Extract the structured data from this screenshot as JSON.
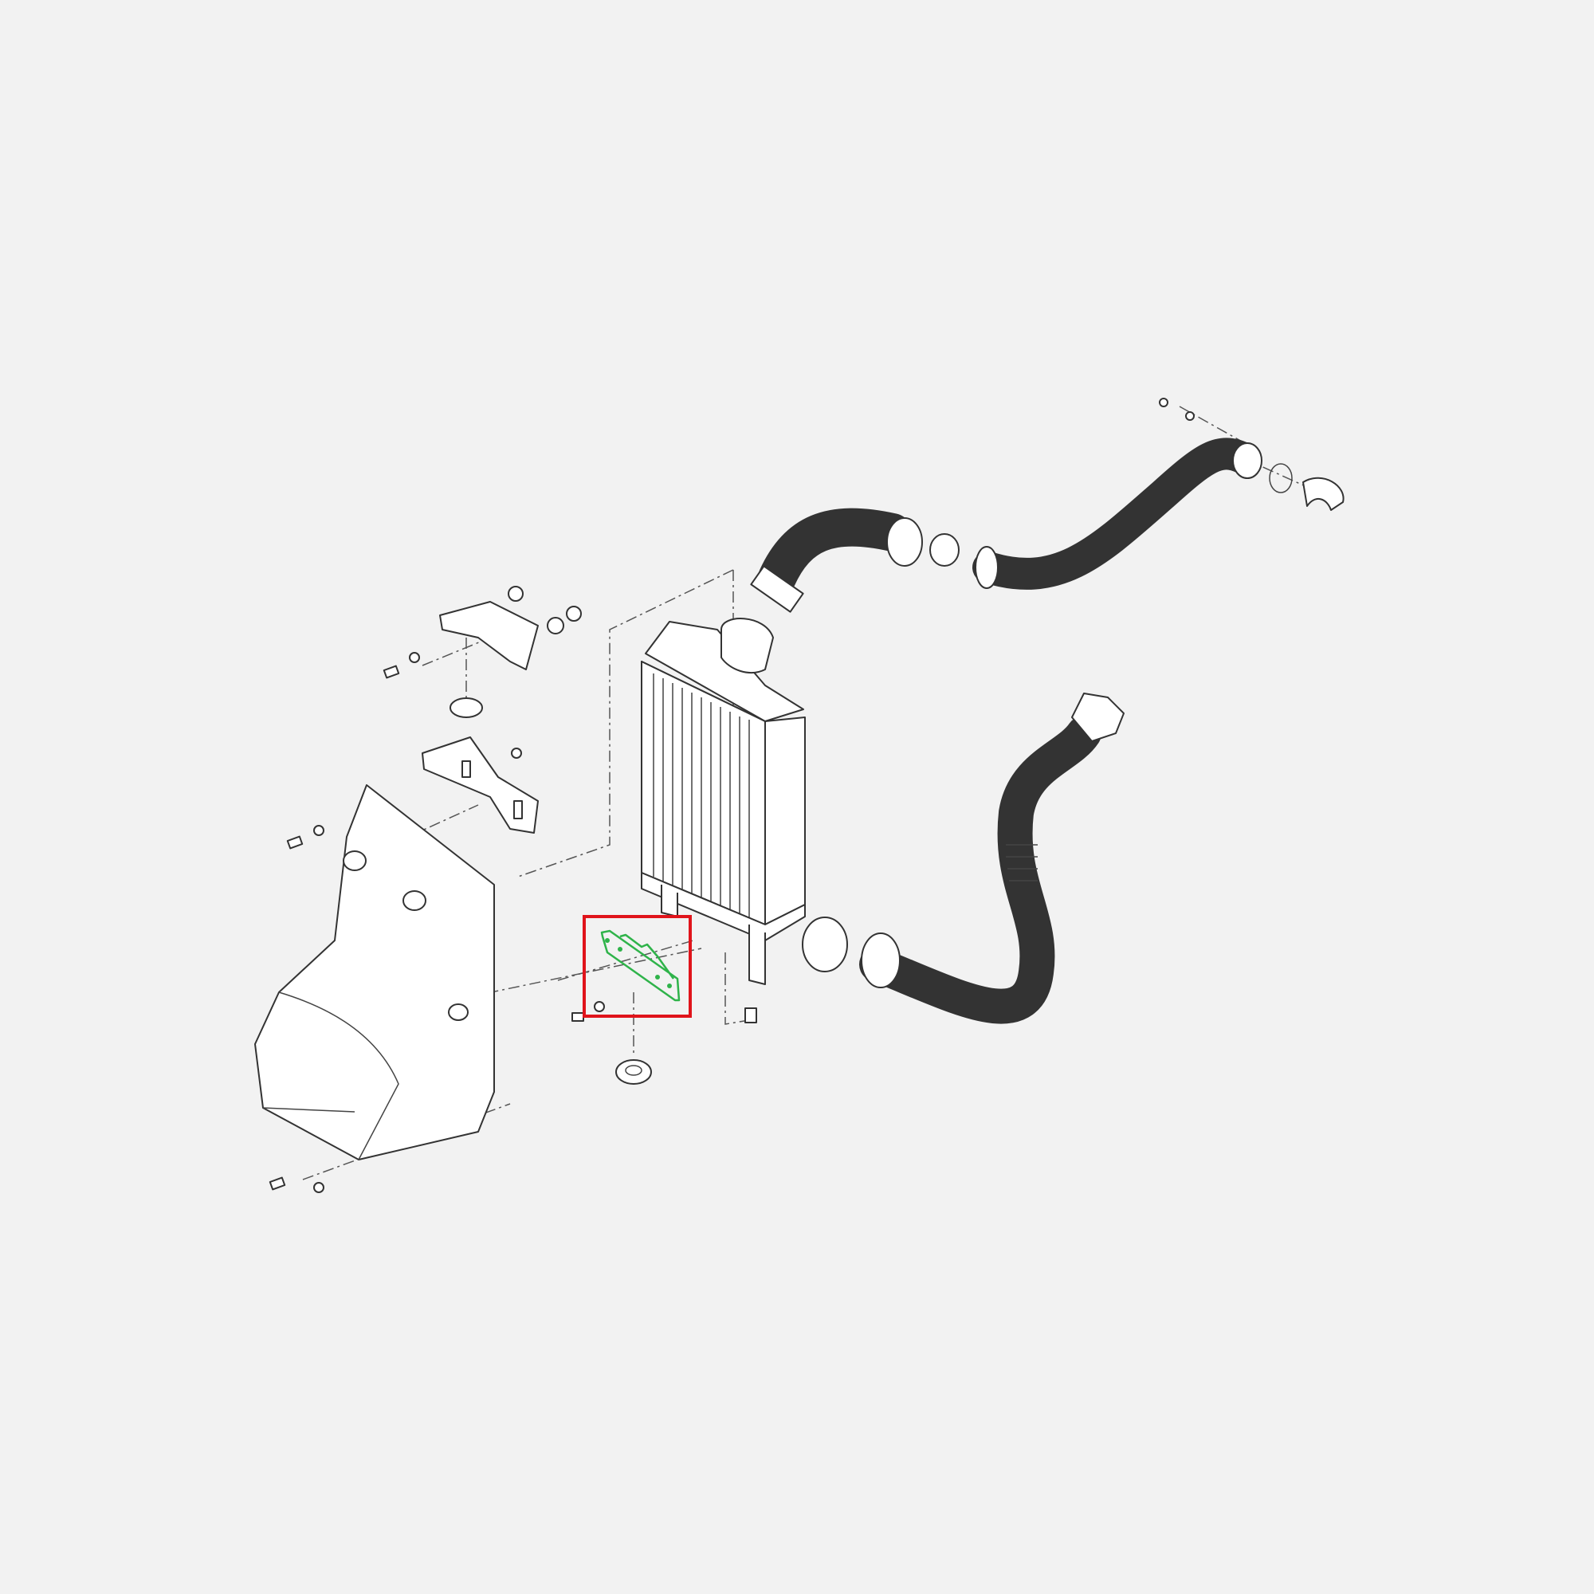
{
  "diagram": {
    "type": "exploded-parts-view",
    "assembly": "intercooler-with-charge-air-pipes",
    "highlighted_part": "intercooler-lower-mounting-bracket",
    "colors": {
      "background": "#f2f2f2",
      "line": "#333333",
      "highlight_box": "#e0141b",
      "highlight_part": "#2fb34a"
    }
  }
}
